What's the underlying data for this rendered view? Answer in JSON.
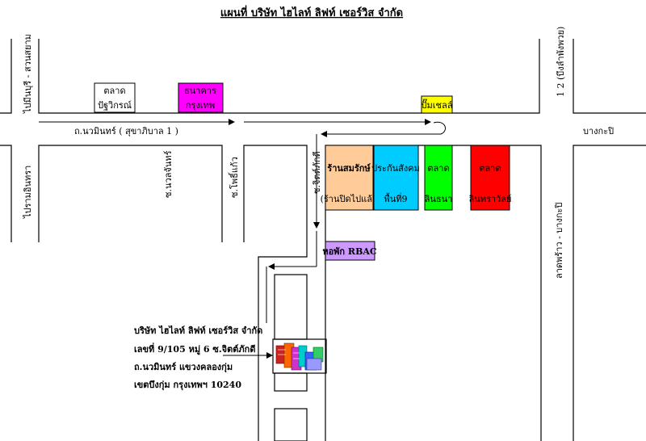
{
  "title": "แผนที่  บริษัท  ไฮไลท์ ลิฟท์ เซอร์วิส  จำกัด",
  "roads": {
    "main": "ถ.นวมินทร์ ( สุขาภิบาล 1 )",
    "top_left": "ไปมีนบุรี - สวนสยาม",
    "top_right": "1 2 (บึงลำพังพวย)",
    "left_down": "ไปรามอินทรา",
    "right_east": "บางกะปิ",
    "right_down": "ลาดพร้าว - บางกะปิ",
    "soi_nuanchan": "ซ.นวลจันทร์",
    "soi_pho": "ซ.โพธิ์แก้ว",
    "soi_chitphakdi": "ซ.จิตต์ภักดี"
  },
  "landmarks": {
    "market_top": [
      "ตลาด",
      "ปัฐวิกรณ์"
    ],
    "bank": [
      "ธนาคาร",
      "กรุงเทพ"
    ],
    "gas": "ปั๊มเชลล์",
    "shop": [
      "ร้านสมรักษ์",
      "(ร้านปิดไปแล้ว)"
    ],
    "social": [
      "ประกันสังคม",
      "พื้นที่9"
    ],
    "market_green": [
      "ตลาด",
      "ลินธนา"
    ],
    "market_red": [
      "ตลาด",
      "ลินทราวัลย์"
    ],
    "dorm": "หอพัก  RBAC"
  },
  "company": {
    "lines": [
      "บริษัท  ไฮไลท์ ลิฟท์ เซอร์วิส  จำกัด",
      "เลขที่  9/105  หมู่  6  ซ.จิตต์ภักดี",
      "ถ.นวมินทร์  แขวงคลองกุ่ม",
      "เขตบึงกุ่ม  กรุงเทพฯ  10240"
    ]
  },
  "colors": {
    "bank": "#ff00ff",
    "gas": "#ffff00",
    "shop": "#ffcc99",
    "social": "#00ccff",
    "market_green": "#00ff00",
    "market_red": "#ff0000",
    "dorm": "#cc99ff"
  }
}
